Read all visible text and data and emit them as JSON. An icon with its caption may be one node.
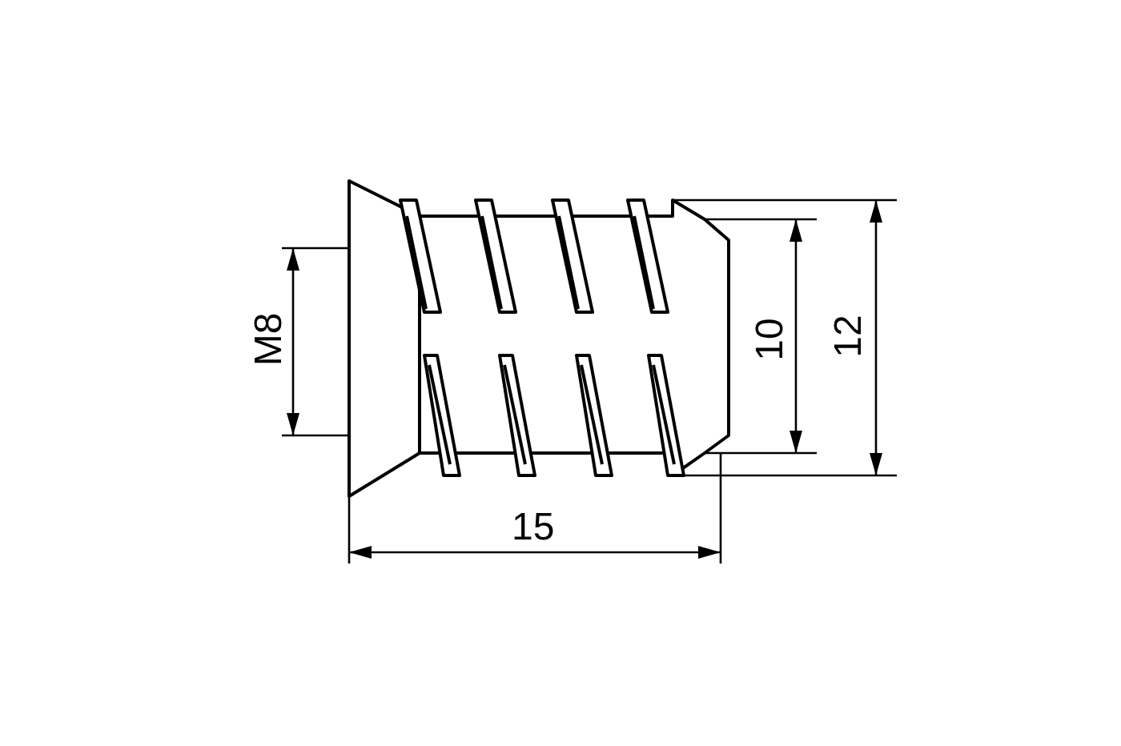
{
  "diagram": {
    "labels": [
      "M8",
      "10",
      "12",
      "15"
    ]
  }
}
